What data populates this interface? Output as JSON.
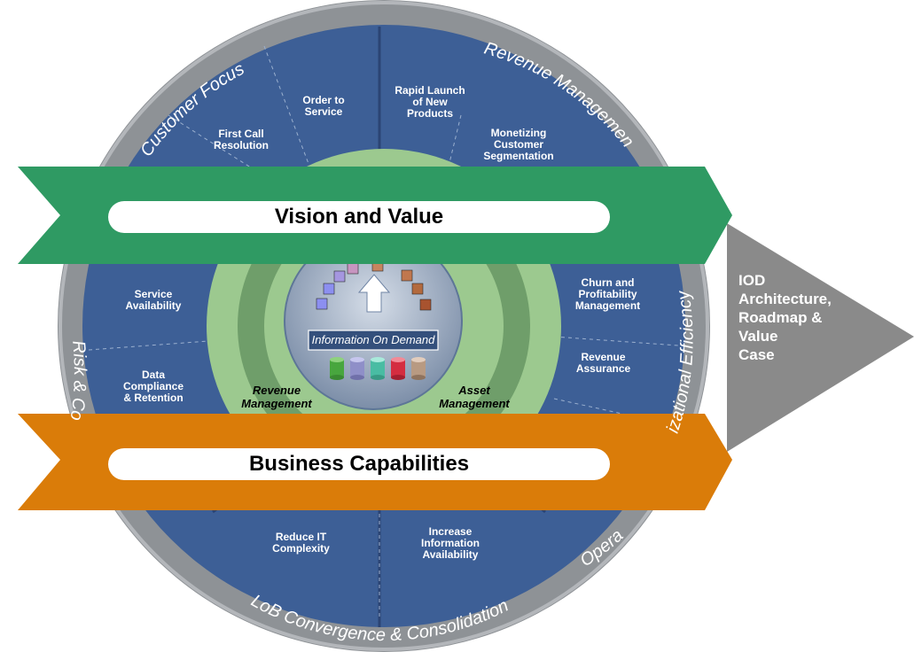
{
  "ring_labels": {
    "customer_focus": "Customer Focus",
    "revenue_management": "Revenue Management",
    "organizational_efficiency": "izational Efficiency",
    "operations": "Opera",
    "lob": "LoB Convergence & Consolidation",
    "risk": "Risk & Co"
  },
  "segments": {
    "first_call": "First Call\nResolution",
    "order_service": "Order to\nService",
    "rapid_launch": "Rapid Launch\nof New\nProducts",
    "monetizing": "Monetizing\nCustomer\nSegmentation",
    "churn": "Churn and\nProfitability\nManagement",
    "revenue_assurance": "Revenue\nAssurance",
    "service_availability": "Service\nAvailability",
    "data_compliance": "Data\nCompliance\n& Retention",
    "reduce_it": "Reduce IT\nComplexity",
    "increase_info": "Increase\nInformation\nAvailability"
  },
  "inner": {
    "revenue_management": "Revenue\nManagement",
    "asset_management": "Asset\nManagement",
    "center_banner": "Information On Demand"
  },
  "banners": {
    "vision": "Vision and Value",
    "business": "Business Capabilities"
  },
  "arrow_text": "IOD\nArchitecture,\nRoadmap &\nValue\nCase",
  "colors": {
    "ring_gray": "#8e9296",
    "segment_blue": "#3d5f96",
    "green_banner": "#2f9a63",
    "orange_banner": "#da7c09",
    "arrow_gray": "#8a8a8a",
    "inner_green": "#9cc98f"
  }
}
